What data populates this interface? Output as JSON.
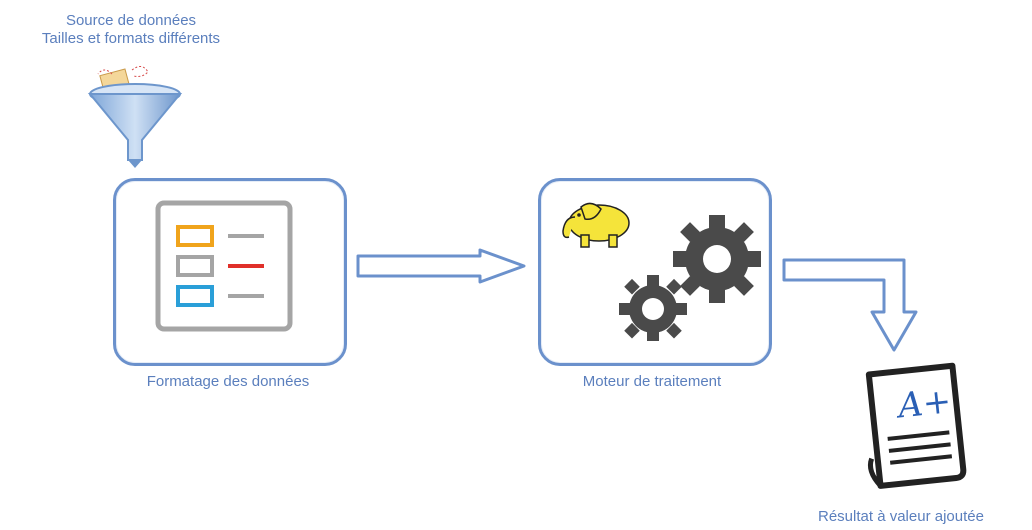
{
  "source": {
    "line1": "Source de données",
    "line2": "Tailles et formats différents",
    "icon": "funnel-icon"
  },
  "steps": [
    {
      "label": "Formatage des données",
      "icon": "form-list-icon"
    },
    {
      "label": "Moteur de traitement",
      "icon": "gears-icon",
      "badge_icon": "hadoop-elephant-icon"
    }
  ],
  "result": {
    "label": "Résultat à valeur ajoutée",
    "icon": "graded-document-icon",
    "grade_text": "A+"
  },
  "colors": {
    "box_border": "#6b91cc",
    "arrow_stroke": "#6b91cc",
    "label_text": "#5b7fbd",
    "form_orange": "#f0a41c",
    "form_gray": "#a5a5a5",
    "form_red": "#e0302a",
    "form_blue": "#2a9fd8",
    "gear": "#4a4a4a",
    "elephant": "#f5e43a"
  }
}
